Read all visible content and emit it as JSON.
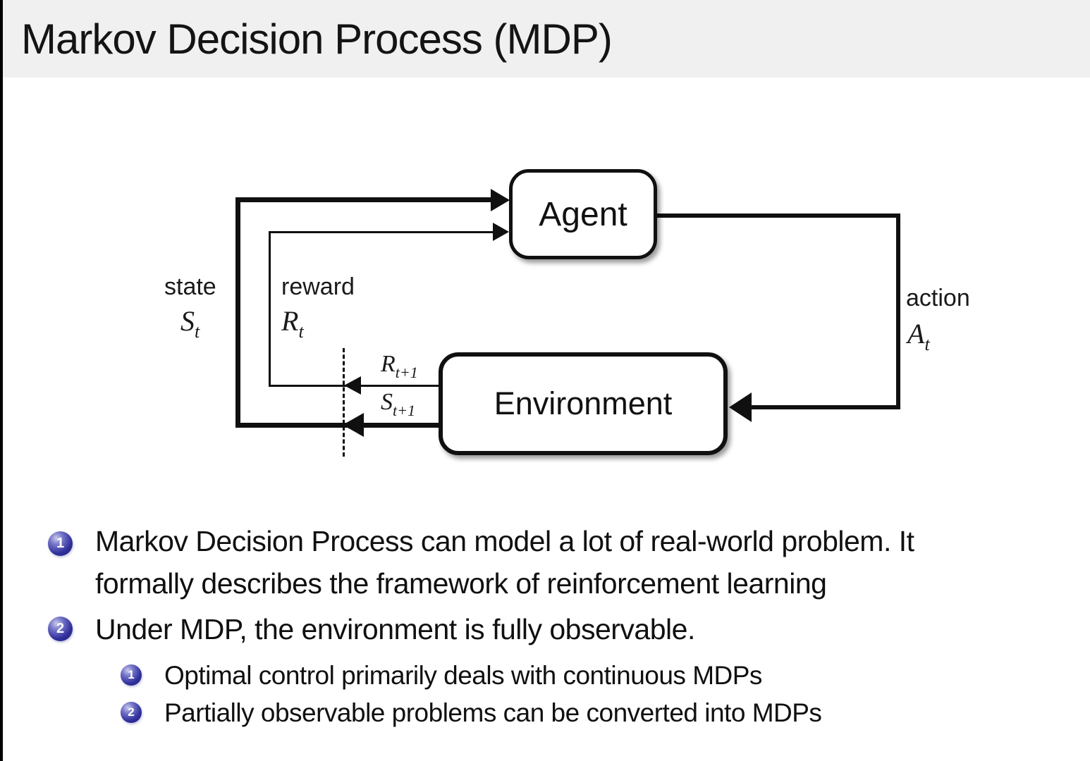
{
  "title": "Markov Decision Process (MDP)",
  "diagram": {
    "agent_label": "Agent",
    "environment_label": "Environment",
    "state_label": "state",
    "state_symbol": {
      "base": "S",
      "sub": "t"
    },
    "reward_label": "reward",
    "reward_symbol": {
      "base": "R",
      "sub": "t"
    },
    "action_label": "action",
    "action_symbol": {
      "base": "A",
      "sub": "t"
    },
    "reward_next_symbol": {
      "base": "R",
      "sub": "t+1"
    },
    "state_next_symbol": {
      "base": "S",
      "sub": "t+1"
    }
  },
  "bullets": {
    "item1": {
      "number": "1",
      "lines": [
        "Markov Decision Process can model a lot of real-world problem. It",
        "formally describes the framework of reinforcement learning"
      ]
    },
    "item2": {
      "number": "2",
      "text": "Under MDP, the environment is fully observable."
    },
    "sub1": {
      "number": "1",
      "text": "Optimal control primarily deals with continuous MDPs"
    },
    "sub2": {
      "number": "2",
      "text": "Partially observable problems can be converted into MDPs"
    }
  },
  "colors": {
    "title_bar_background": "#f0f0f1",
    "bullet_ball_blue": "#32329e",
    "diagram_line_black": "#101010"
  }
}
